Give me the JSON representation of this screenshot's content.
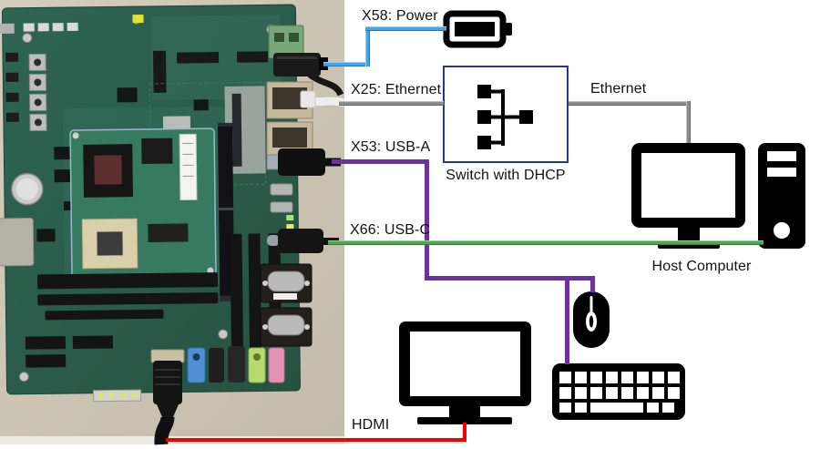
{
  "labels": {
    "power": "X58: Power",
    "ethernet_board": "X25: Ethernet",
    "usb_a": "X53: USB-A",
    "usb_c": "X66: USB-C",
    "hdmi": "HDMI",
    "ethernet_host": "Ethernet",
    "switch": "Switch with DHCP",
    "host_computer": "Host Computer"
  },
  "colors": {
    "power_line": "#3fa5ec",
    "ethernet_line": "#8c8c8c",
    "usb_a_line": "#7030a0",
    "usb_c_line": "#4aa94f",
    "hdmi_line": "#f40000",
    "switch_box_border": "#283593",
    "icon": "#000000"
  },
  "icons": {
    "battery": "battery-icon",
    "network_switch": "network-switch-icon",
    "monitor": "desktop-monitor-icon",
    "tower": "computer-tower-icon",
    "mouse": "mouse-icon",
    "keyboard": "keyboard-icon",
    "display": "hdmi-display-icon"
  }
}
